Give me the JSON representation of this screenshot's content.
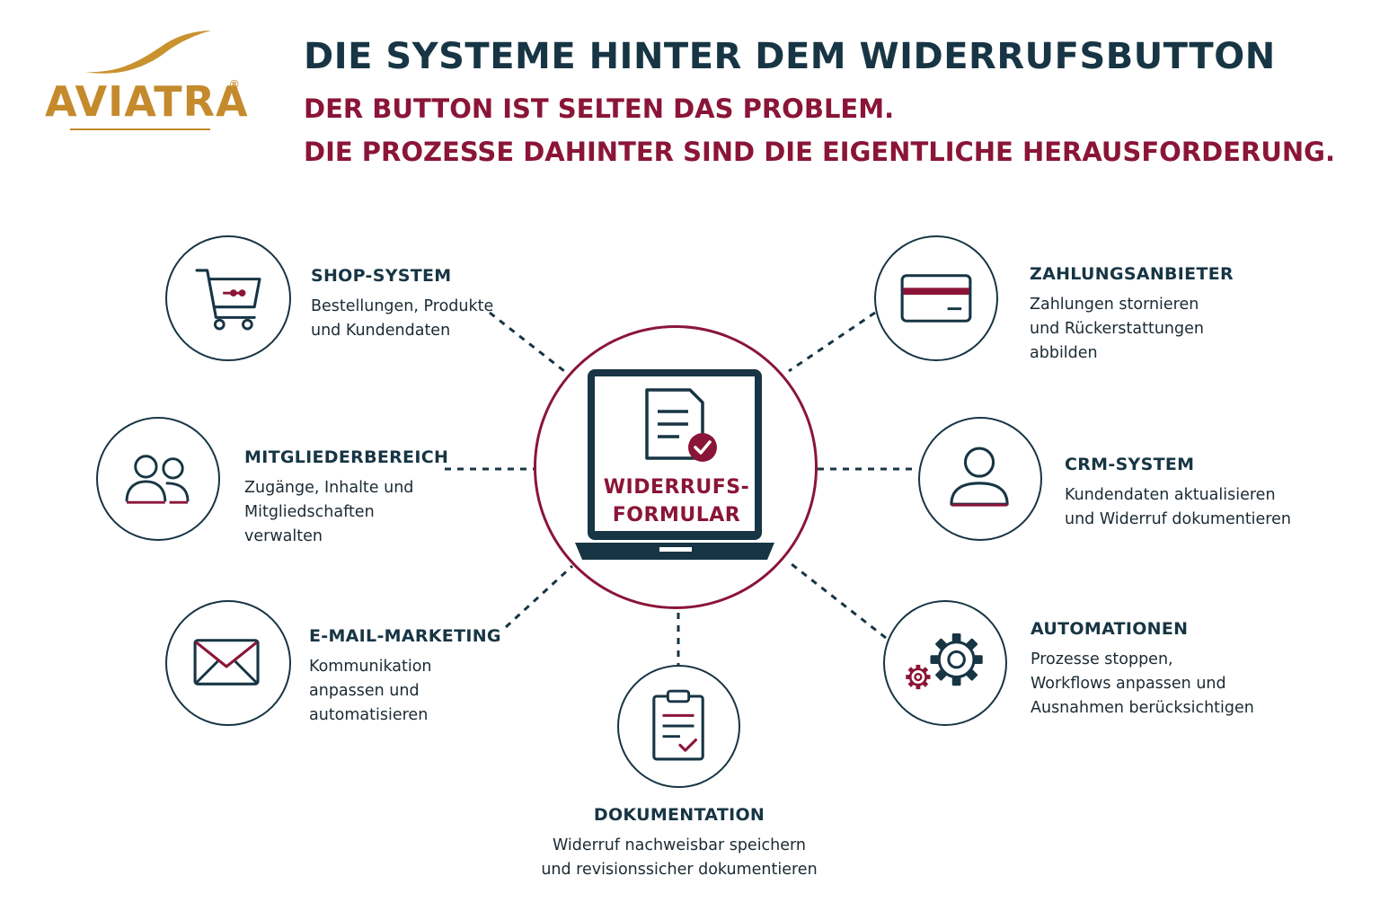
{
  "brand": {
    "name": "AVIATRA",
    "reg_mark": "®"
  },
  "header": {
    "title": "DIE SYSTEME HINTER DEM WIDERRUFSBUTTON",
    "subtitle_line1": "DER BUTTON IST SELTEN DAS PROBLEM.",
    "subtitle_line2": "DIE PROZESSE DAHINTER SIND DIE EIGENTLICHE HERAUSFORDERUNG."
  },
  "center": {
    "label_line1": "WIDERRUFS-",
    "label_line2": "FORMULAR",
    "icon": "form-check-icon"
  },
  "nodes": {
    "shop": {
      "title": "SHOP-SYSTEM",
      "desc": [
        "Bestellungen, Produkte",
        "und Kundendaten"
      ],
      "icon": "cart-icon"
    },
    "members": {
      "title": "MITGLIEDERBEREICH",
      "desc": [
        "Zugänge, Inhalte und",
        "Mitgliedschaften",
        "verwalten"
      ],
      "icon": "users-icon"
    },
    "email": {
      "title": "E-MAIL-MARKETING",
      "desc": [
        "Kommunikation",
        "anpassen und",
        "automatisieren"
      ],
      "icon": "envelope-icon"
    },
    "docs": {
      "title": "DOKUMENTATION",
      "desc": [
        "Widerruf nachweisbar speichern",
        "und revisionssicher dokumentieren"
      ],
      "icon": "clipboard-check-icon"
    },
    "payment": {
      "title": "ZAHLUNGSANBIETER",
      "desc": [
        "Zahlungen stornieren",
        "und Rückerstattungen",
        "abbilden"
      ],
      "icon": "credit-card-icon"
    },
    "crm": {
      "title": "CRM-SYSTEM",
      "desc": [
        "Kundendaten aktualisieren",
        "und Widerruf dokumentieren"
      ],
      "icon": "user-icon"
    },
    "automation": {
      "title": "AUTOMATIONEN",
      "desc": [
        "Prozesse stoppen,",
        "Workflows anpassen und",
        "Ausnahmen berücksichtigen"
      ],
      "icon": "gears-icon"
    }
  },
  "colors": {
    "navy": "#173544",
    "burgundy": "#8a1538",
    "gold": "#c48a2c"
  }
}
